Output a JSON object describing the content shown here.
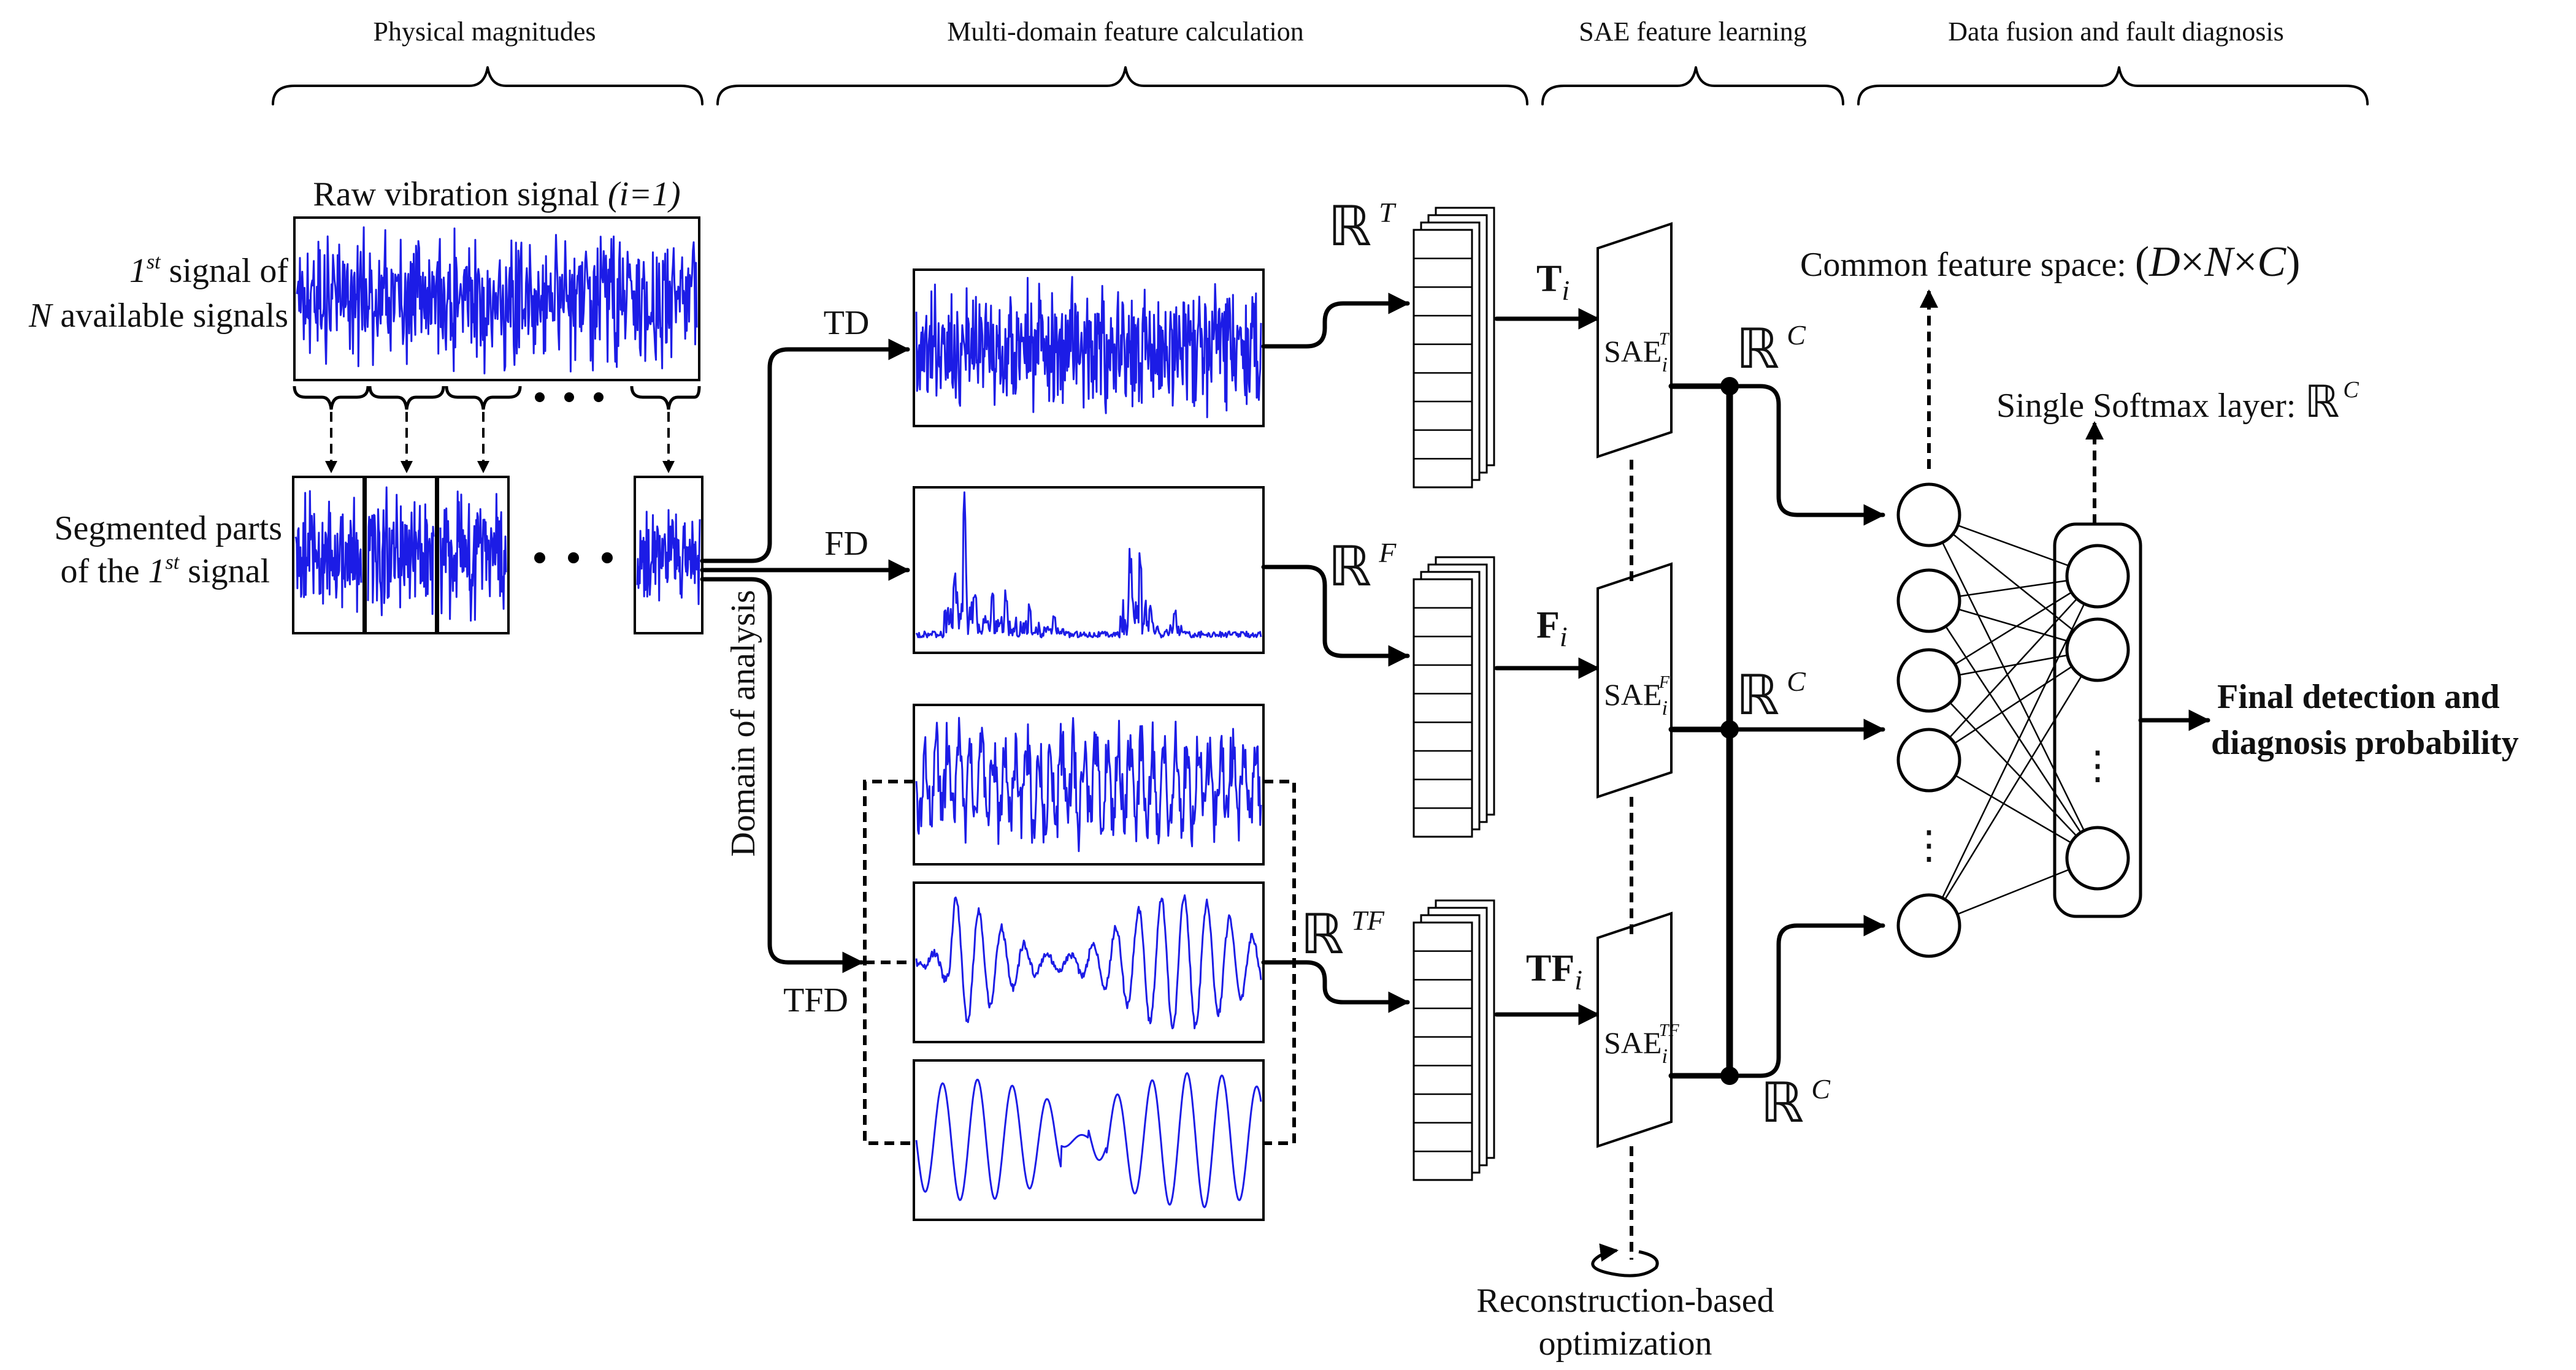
{
  "sections": {
    "physical": "Physical magnitudes",
    "multidomain": "Multi-domain feature calculation",
    "sae": "SAE feature learning",
    "fusion": "Data fusion and fault diagnosis"
  },
  "raw_signal": {
    "title": "Raw vibration signal",
    "index": "(i=1)"
  },
  "first_signal": {
    "ordinal": "1",
    "sup": "st",
    "line1_rest": " signal of",
    "line2_var": "N",
    "line2_rest": " available signals"
  },
  "segmented": {
    "line1": "Segmented parts",
    "line2_pre": "of the ",
    "ordinal": "1",
    "sup": "st",
    "line2_post": " signal"
  },
  "domains": {
    "td": "TD",
    "fd": "FD",
    "tfd": "TFD",
    "axis_label": "Domain of analysis"
  },
  "feature_spaces": {
    "symbol": "ℝ",
    "t_sup": "T",
    "f_sup": "F",
    "tf_sup": "TF",
    "c_sup": "C"
  },
  "inputs": {
    "t_bold": "T",
    "f_bold": "F",
    "tf_bold": "TF",
    "sub": "i"
  },
  "sae": {
    "label": "SAE",
    "sub": "i",
    "t_sup": "T",
    "f_sup": "F",
    "tf_sup": "TF"
  },
  "common_space": {
    "text": "Common feature space: ",
    "formula_open": "(",
    "d": "D",
    "times1": "×",
    "n": "N",
    "times2": "×",
    "c": "C",
    "formula_close": ")"
  },
  "softmax": {
    "text": "Single Softmax layer: ",
    "symbol": "ℝ",
    "sup": "C"
  },
  "reconstruction": {
    "line1": "Reconstruction-based",
    "line2": "optimization"
  },
  "output": {
    "line1": "Final detection and",
    "line2": "diagnosis probability"
  },
  "ellipsis": "⋮",
  "colors": {
    "signal": "#1c1ce6",
    "line": "#000000"
  }
}
